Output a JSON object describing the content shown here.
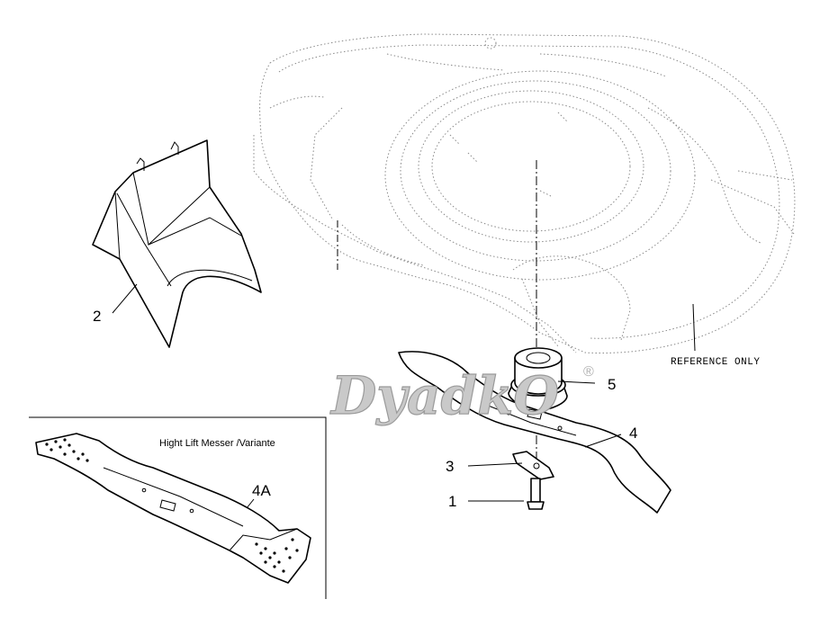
{
  "callouts": {
    "deflector": "2",
    "bolt": "1",
    "adapter_plate": "3",
    "blade": "4",
    "blade_adapter": "5",
    "variant_blade": "4A"
  },
  "reference_note": "REFERENCE ONLY",
  "variant_box_title": "Hight Lift Messer /Variante",
  "watermark": {
    "text": "DyadkO",
    "registered_mark": "®"
  }
}
